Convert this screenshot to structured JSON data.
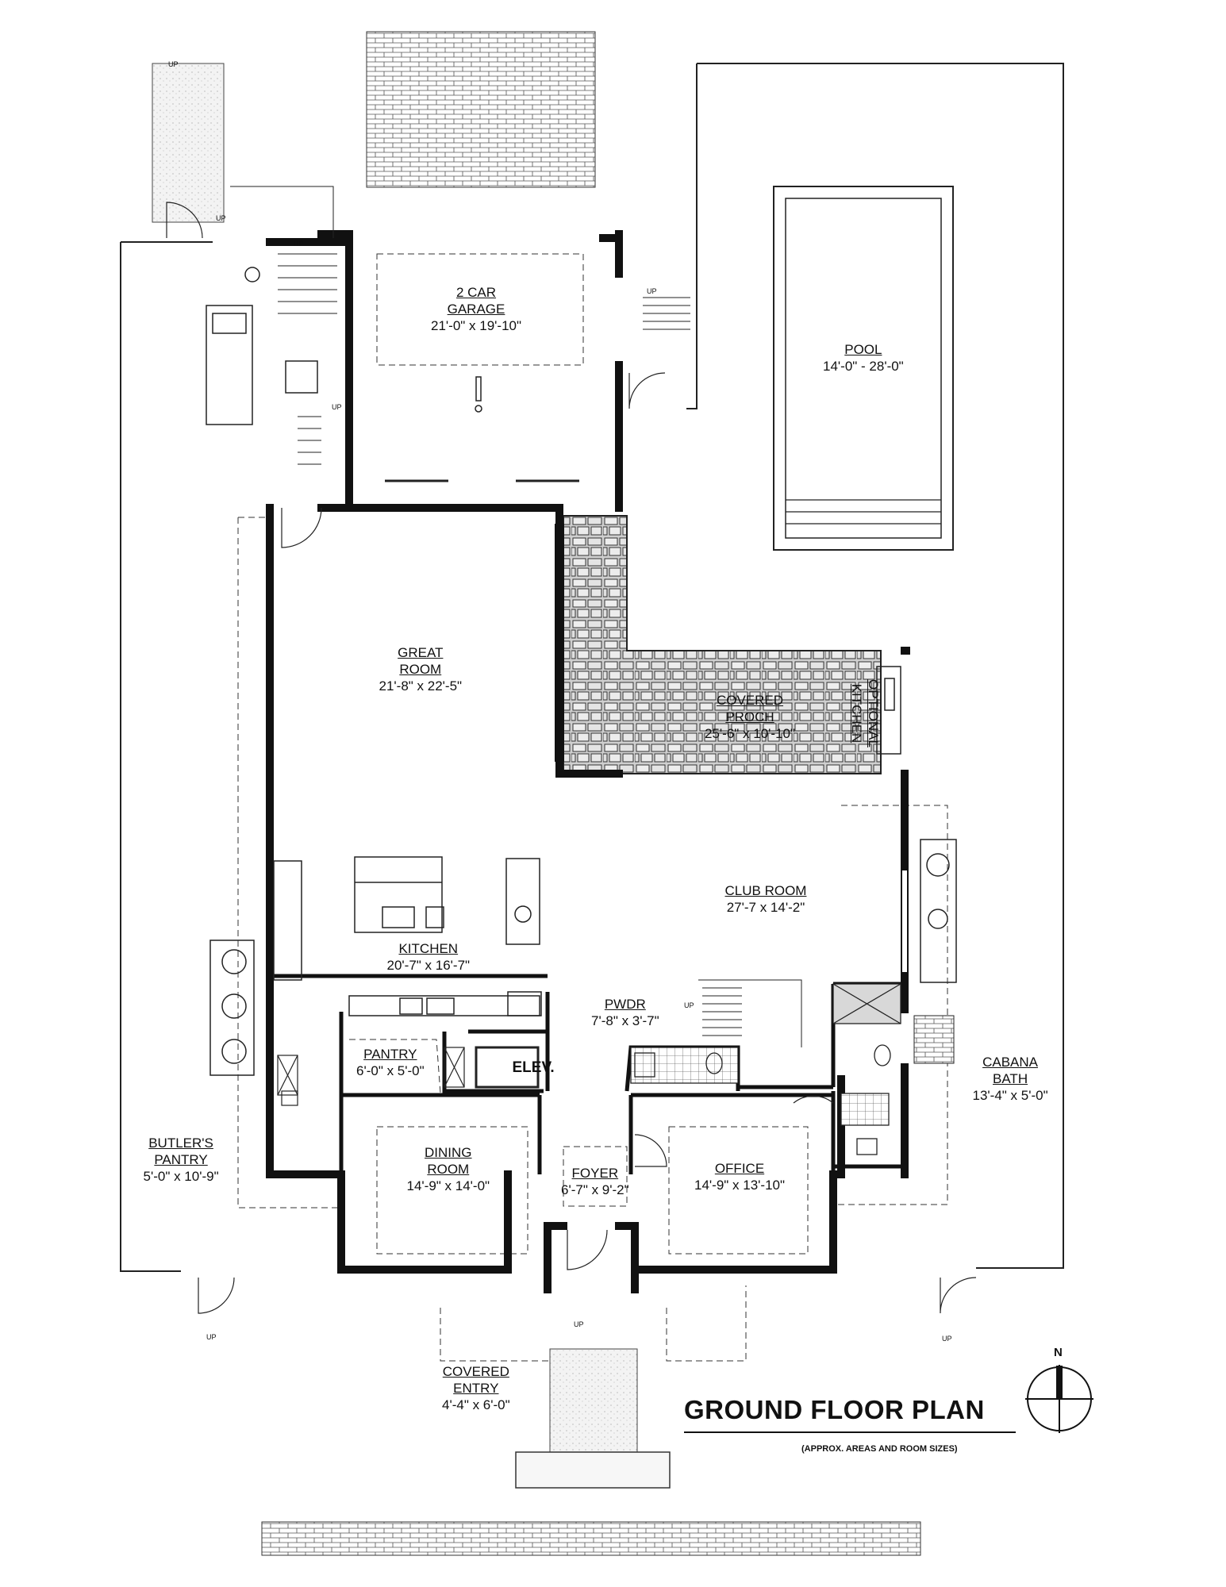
{
  "rooms": {
    "garage": {
      "name_lines": [
        "2 CAR",
        "GARAGE"
      ],
      "dims": "21'-0\" x 19'-10\""
    },
    "pool": {
      "name_lines": [
        "POOL"
      ],
      "dims": "14'-0\" - 28'-0\""
    },
    "great": {
      "name_lines": [
        "GREAT",
        "ROOM"
      ],
      "dims": "21'-8\" x 22'-5\""
    },
    "porch": {
      "name_lines": [
        "COVERED",
        "PROCH"
      ],
      "dims": "25'-6\" x 10'-10\""
    },
    "optkit": {
      "name_lines": [
        "OPTIONAL",
        "KITCHEN"
      ]
    },
    "club": {
      "name_lines": [
        "CLUB ROOM"
      ],
      "dims": "27'-7 x 14'-2\""
    },
    "kitchen": {
      "name_lines": [
        "KITCHEN"
      ],
      "dims": "20'-7\" x 16'-7\""
    },
    "pwdr": {
      "name_lines": [
        "PWDR"
      ],
      "dims": "7'-8\" x 3'-7\""
    },
    "pantry": {
      "name_lines": [
        "PANTRY"
      ],
      "dims": "6'-0\" x 5'-0\""
    },
    "elev": {
      "name_lines": [
        "ELEV."
      ]
    },
    "cabana": {
      "name_lines": [
        "CABANA",
        "BATH"
      ],
      "dims": "13'-4\" x 5'-0\""
    },
    "butler": {
      "name_lines": [
        "BUTLER'S",
        "PANTRY"
      ],
      "dims": "5'-0\" x 10'-9\""
    },
    "dining": {
      "name_lines": [
        "DINING",
        "ROOM"
      ],
      "dims": "14'-9\" x 14'-0\""
    },
    "foyer": {
      "name_lines": [
        "FOYER"
      ],
      "dims": "6'-7\" x 9'-2\""
    },
    "office": {
      "name_lines": [
        "OFFICE"
      ],
      "dims": "14'-9\" x 13'-10\""
    },
    "entry": {
      "name_lines": [
        "COVERED",
        "ENTRY"
      ],
      "dims": "4'-4\" x 6'-0\""
    }
  },
  "stair_label": "UP",
  "title": "GROUND FLOOR PLAN",
  "subtitle": "(APPROX. AREAS AND ROOM SIZES)",
  "north_label": "N"
}
